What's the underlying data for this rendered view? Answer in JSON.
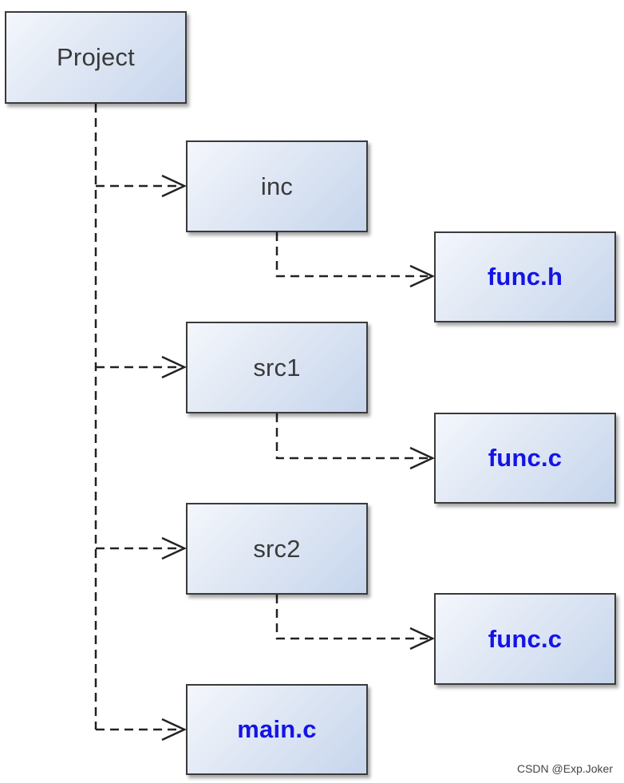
{
  "diagram": {
    "nodes": [
      {
        "id": "project",
        "label": "Project",
        "kind": "folder"
      },
      {
        "id": "inc",
        "label": "inc",
        "kind": "folder"
      },
      {
        "id": "func_h",
        "label": "func.h",
        "kind": "file"
      },
      {
        "id": "src1",
        "label": "src1",
        "kind": "folder"
      },
      {
        "id": "func_c_1",
        "label": "func.c",
        "kind": "file"
      },
      {
        "id": "src2",
        "label": "src2",
        "kind": "folder"
      },
      {
        "id": "func_c_2",
        "label": "func.c",
        "kind": "file"
      },
      {
        "id": "main_c",
        "label": "main.c",
        "kind": "file"
      }
    ],
    "edges": [
      {
        "from": "project",
        "to": "inc"
      },
      {
        "from": "project",
        "to": "src1"
      },
      {
        "from": "project",
        "to": "src2"
      },
      {
        "from": "project",
        "to": "main_c"
      },
      {
        "from": "inc",
        "to": "func_h"
      },
      {
        "from": "src1",
        "to": "func_c_1"
      },
      {
        "from": "src2",
        "to": "func_c_2"
      }
    ],
    "colors": {
      "folder_text": "#3a3a3a",
      "file_text": "#1414e6",
      "border": "#3a3a3a",
      "edge": "#222222"
    }
  },
  "watermark": "CSDN @Exp.Joker"
}
